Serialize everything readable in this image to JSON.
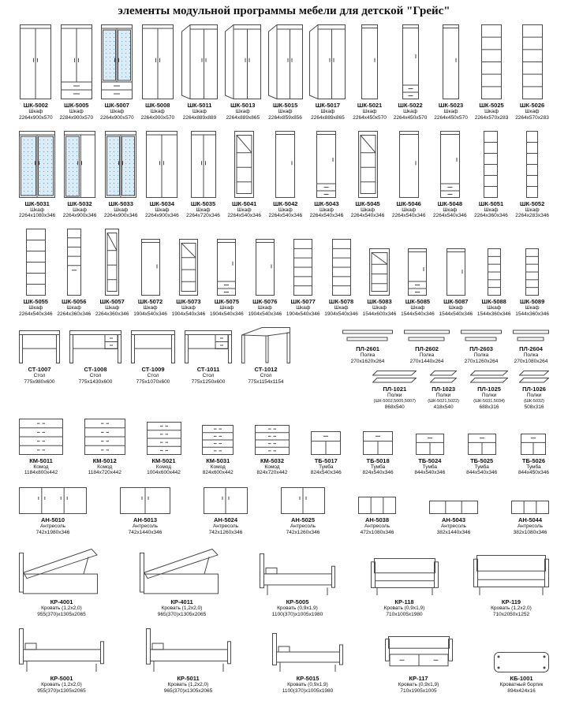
{
  "page": {
    "title": "элементы модульной программы мебели для детской \"Грейс\""
  },
  "colors": {
    "line": "#4a4a4a",
    "mirror_fill": "#d9ecf8",
    "mirror_dot": "#6fa8cc"
  },
  "rows": [
    {
      "name": "wardrobes-top",
      "layout": "flex",
      "drawH": 95,
      "items": [
        {
          "code": "ШК-5002",
          "type": "Шкаф",
          "dims": "2264x900x570",
          "kind": "w2",
          "dw": 40,
          "dh": 95
        },
        {
          "code": "ШК-5005",
          "type": "Шкаф",
          "dims": "2284x900x570",
          "kind": "w2d",
          "dw": 40,
          "dh": 95
        },
        {
          "code": "ШК-5007",
          "type": "Шкаф",
          "dims": "2264x900x570",
          "kind": "m2d",
          "dw": 40,
          "dh": 95
        },
        {
          "code": "ШК-5008",
          "type": "Шкаф",
          "dims": "2264x900x570",
          "kind": "w2",
          "dw": 40,
          "dh": 95
        },
        {
          "code": "ШК-5011",
          "type": "Шкаф",
          "dims": "2264x889x889",
          "kind": "cr",
          "dw": 46,
          "dh": 95
        },
        {
          "code": "ШК-5013",
          "type": "Шкаф",
          "dims": "2264x889x865",
          "kind": "cr",
          "dw": 46,
          "dh": 95
        },
        {
          "code": "ШК-5015",
          "type": "Шкаф",
          "dims": "2264x859x856",
          "kind": "cr",
          "dw": 44,
          "dh": 95
        },
        {
          "code": "ШК-5017",
          "type": "Шкаф",
          "dims": "2264x889x865",
          "kind": "cr",
          "dw": 46,
          "dh": 95
        },
        {
          "code": "ШК-5021",
          "type": "Шкаф",
          "dims": "2264x450x570",
          "kind": "w1",
          "dw": 21,
          "dh": 95
        },
        {
          "code": "ШК-5022",
          "type": "Шкаф",
          "dims": "2264x450x570",
          "kind": "w1d",
          "dw": 21,
          "dh": 95
        },
        {
          "code": "ШК-5023",
          "type": "Шкаф",
          "dims": "2264x450x570",
          "kind": "w1",
          "dw": 21,
          "dh": 95
        },
        {
          "code": "ШК-5025",
          "type": "Шкаф",
          "dims": "2264x570x283",
          "kind": "su",
          "dw": 26,
          "dh": 95
        },
        {
          "code": "ШК-5026",
          "type": "Шкаф",
          "dims": "2264x570x283",
          "kind": "su",
          "dw": 26,
          "dh": 95
        }
      ]
    },
    {
      "name": "wardrobes-mid",
      "layout": "flex",
      "drawH": 85,
      "items": [
        {
          "code": "ШК-5031",
          "type": "Шкаф",
          "dims": "2264x1080x346",
          "kind": "m2",
          "dw": 46,
          "dh": 85
        },
        {
          "code": "ШК-5032",
          "type": "Шкаф",
          "dims": "2264x900x346",
          "kind": "ms",
          "dw": 40,
          "dh": 85
        },
        {
          "code": "ШК-5033",
          "type": "Шкаф",
          "dims": "2264x900x346",
          "kind": "m2",
          "dw": 40,
          "dh": 85
        },
        {
          "code": "ШК-5034",
          "type": "Шкаф",
          "dims": "2264x900x346",
          "kind": "w2",
          "dw": 40,
          "dh": 85
        },
        {
          "code": "ШК-5035",
          "type": "Шкаф",
          "dims": "2264x720x346",
          "kind": "w2",
          "dw": 32,
          "dh": 85
        },
        {
          "code": "ШК-5041",
          "type": "Шкаф",
          "dims": "2264x540x346",
          "kind": "sc",
          "dw": 25,
          "dh": 85
        },
        {
          "code": "ШК-5042",
          "type": "Шкаф",
          "dims": "2264x540x346",
          "kind": "w1",
          "dw": 25,
          "dh": 85
        },
        {
          "code": "ШК-5043",
          "type": "Шкаф",
          "dims": "2264x540x346",
          "kind": "w1d",
          "dw": 25,
          "dh": 85
        },
        {
          "code": "ШК-5045",
          "type": "Шкаф",
          "dims": "2264x540x346",
          "kind": "sc",
          "dw": 25,
          "dh": 85
        },
        {
          "code": "ШК-5046",
          "type": "Шкаф",
          "dims": "2264x540x346",
          "kind": "w1",
          "dw": 25,
          "dh": 85
        },
        {
          "code": "ШК-5048",
          "type": "Шкаф",
          "dims": "2264x540x346",
          "kind": "w1d",
          "dw": 25,
          "dh": 85
        },
        {
          "code": "ШК-5051",
          "type": "Шкаф",
          "dims": "2264x360x346",
          "kind": "su",
          "dw": 18,
          "dh": 85
        },
        {
          "code": "ШК-5052",
          "type": "Шкаф",
          "dims": "2264x283x346",
          "kind": "su",
          "dw": 15,
          "dh": 85
        }
      ]
    },
    {
      "name": "wardrobes-low",
      "layout": "flex",
      "drawH": 85,
      "items": [
        {
          "code": "ШК-5055",
          "type": "Шкаф",
          "dims": "2264x540x346",
          "kind": "su",
          "dw": 25,
          "dh": 85
        },
        {
          "code": "ШК-5056",
          "type": "Шкаф",
          "dims": "2264x360x346",
          "kind": "sud",
          "dw": 18,
          "dh": 85
        },
        {
          "code": "ШК-5057",
          "type": "Шкаф",
          "dims": "2264x360x346",
          "kind": "sc",
          "dw": 18,
          "dh": 85
        },
        {
          "code": "ШК-5072",
          "type": "Шкаф",
          "dims": "1904x540x346",
          "kind": "w1",
          "dw": 24,
          "dh": 72
        },
        {
          "code": "ШК-5073",
          "type": "Шкаф",
          "dims": "1904x540x346",
          "kind": "sc",
          "dw": 24,
          "dh": 72
        },
        {
          "code": "ШК-5075",
          "type": "Шкаф",
          "dims": "1904x540x346",
          "kind": "w1d",
          "dw": 24,
          "dh": 72
        },
        {
          "code": "ШК-5076",
          "type": "Шкаф",
          "dims": "1904x540x346",
          "kind": "w1",
          "dw": 24,
          "dh": 72
        },
        {
          "code": "ШК-5077",
          "type": "Шкаф",
          "dims": "1904x540x346",
          "kind": "su",
          "dw": 24,
          "dh": 72
        },
        {
          "code": "ШК-5078",
          "type": "Шкаф",
          "dims": "1904x540x346",
          "kind": "su",
          "dw": 24,
          "dh": 72
        },
        {
          "code": "ШК-5083",
          "type": "Шкаф",
          "dims": "1544x600x346",
          "kind": "sc",
          "dw": 26,
          "dh": 60
        },
        {
          "code": "ШК-5085",
          "type": "Шкаф",
          "dims": "1544x540x346",
          "kind": "w1d",
          "dw": 24,
          "dh": 60
        },
        {
          "code": "ШК-5087",
          "type": "Шкаф",
          "dims": "1544x540x346",
          "kind": "w1",
          "dw": 24,
          "dh": 60
        },
        {
          "code": "ШК-5088",
          "type": "Шкаф",
          "dims": "1544x360x346",
          "kind": "su",
          "dw": 17,
          "dh": 60
        },
        {
          "code": "ШК-5089",
          "type": "Шкаф",
          "dims": "1544x360x346",
          "kind": "su",
          "dw": 17,
          "dh": 60
        }
      ]
    },
    {
      "name": "desks-and-shelves",
      "layout": "mixed",
      "drawH": 46,
      "shelfTopH": 20,
      "shelfBottomH": 18,
      "desks": [
        {
          "code": "СТ-1007",
          "type": "Стол",
          "dims": "775x980x600",
          "kind": "dk",
          "dw": 52,
          "dh": 42
        },
        {
          "code": "СТ-1008",
          "type": "Стол",
          "dims": "775x1430x600",
          "kind": "dkd",
          "dw": 66,
          "dh": 42
        },
        {
          "code": "СТ-1009",
          "type": "Стол",
          "dims": "775x1070x600",
          "kind": "dk",
          "dw": 56,
          "dh": 42
        },
        {
          "code": "СТ-1011",
          "type": "Стол",
          "dims": "775x1250x600",
          "kind": "dkd",
          "dw": 60,
          "dh": 42
        },
        {
          "code": "СТ-1012",
          "type": "Стол",
          "dims": "775x1154x1154",
          "kind": "dkc",
          "dw": 62,
          "dh": 46
        }
      ],
      "shelves_top": [
        {
          "code": "ПЛ-2601",
          "type": "Полка",
          "dims": "270x1620x264",
          "kind": "sh",
          "dw": 64,
          "dh": 18
        },
        {
          "code": "ПЛ-2602",
          "type": "Полка",
          "dims": "270x1440x264",
          "kind": "sh",
          "dw": 58,
          "dh": 18
        },
        {
          "code": "ПЛ-2603",
          "type": "Полка",
          "dims": "270x1260x264",
          "kind": "sh",
          "dw": 52,
          "dh": 18
        },
        {
          "code": "ПЛ-2604",
          "type": "Полка",
          "dims": "270x1080x264",
          "kind": "sh",
          "dw": 46,
          "dh": 18
        }
      ],
      "shelves_bottom": [
        {
          "code": "ПЛ-1021",
          "type": "Полки",
          "note": "(ШК-5002,5005,5007)",
          "dims": "868x540",
          "kind": "shf",
          "dw": 56,
          "dh": 16
        },
        {
          "code": "ПЛ-1023",
          "type": "Полки",
          "note": "(ШК-5021,5022)",
          "dims": "418x540",
          "kind": "shf",
          "dw": 34,
          "dh": 16
        },
        {
          "code": "ПЛ-1025",
          "type": "Полки",
          "note": "(ШК-5031,5034)",
          "dims": "688x316",
          "kind": "shf",
          "dw": 48,
          "dh": 16
        },
        {
          "code": "ПЛ-1026",
          "type": "Полки",
          "note": "(ШК-5032)",
          "dims": "508x316",
          "kind": "shf",
          "dw": 38,
          "dh": 16
        }
      ]
    },
    {
      "name": "chests",
      "layout": "flex",
      "drawH": 46,
      "items": [
        {
          "code": "КМ-5011",
          "type": "Комод",
          "dims": "1184x800x442",
          "kind": "ch",
          "dw": 56,
          "dh": 46
        },
        {
          "code": "КМ-5012",
          "type": "Комод",
          "dims": "1184x720x442",
          "kind": "ch",
          "dw": 52,
          "dh": 46
        },
        {
          "code": "КМ-5021",
          "type": "Комод",
          "dims": "1004x600x442",
          "kind": "ch",
          "dw": 44,
          "dh": 42
        },
        {
          "code": "КМ-5031",
          "type": "Комод",
          "dims": "824x600x442",
          "kind": "ch",
          "dw": 40,
          "dh": 38
        },
        {
          "code": "КМ-5032",
          "type": "Комод",
          "dims": "824x720x442",
          "kind": "ch",
          "dw": 44,
          "dh": 38
        },
        {
          "code": "ТБ-5017",
          "type": "Тумба",
          "dims": "824x540x346",
          "kind": "tb",
          "dw": 38,
          "dh": 30
        },
        {
          "code": "ТБ-5018",
          "type": "Тумба",
          "dims": "824x540x346",
          "kind": "tb",
          "dw": 38,
          "dh": 30
        },
        {
          "code": "ТБ-5024",
          "type": "Тумба",
          "dims": "844x540x346",
          "kind": "tb",
          "dw": 36,
          "dh": 27
        },
        {
          "code": "ТБ-5025",
          "type": "Тумба",
          "dims": "844x540x346",
          "kind": "tb",
          "dw": 36,
          "dh": 27
        },
        {
          "code": "ТБ-5026",
          "type": "Тумба",
          "dims": "844x450x346",
          "kind": "tb",
          "dw": 32,
          "dh": 27
        }
      ]
    },
    {
      "name": "antresols",
      "layout": "flex",
      "drawH": 36,
      "items": [
        {
          "code": "АН-5010",
          "type": "Антресоль",
          "dims": "742x1980x346",
          "kind": "an",
          "dw": 86,
          "dh": 34
        },
        {
          "code": "АН-5013",
          "type": "Антресоль",
          "dims": "742x1440x346",
          "kind": "an",
          "dw": 64,
          "dh": 34
        },
        {
          "code": "АН-5024",
          "type": "Антресоль",
          "dims": "742x1260x346",
          "kind": "an",
          "dw": 56,
          "dh": 34
        },
        {
          "code": "АН-5025",
          "type": "Антресоль",
          "dims": "742x1260x346",
          "kind": "an",
          "dw": 56,
          "dh": 34
        },
        {
          "code": "АН-5038",
          "type": "Антресоль",
          "dims": "472x1080x346",
          "kind": "anl",
          "dw": 48,
          "dh": 22
        },
        {
          "code": "АН-5043",
          "type": "Антресоль",
          "dims": "382x1440x346",
          "kind": "anl",
          "dw": 62,
          "dh": 17
        },
        {
          "code": "АН-5044",
          "type": "Антресоль",
          "dims": "382x1080x346",
          "kind": "anl",
          "dw": 48,
          "dh": 17
        }
      ]
    },
    {
      "name": "beds-top",
      "layout": "flex",
      "drawH": 64,
      "items": [
        {
          "code": "КР-4001",
          "type": "Кровать (1,2x2,0)",
          "dims": "955(370)x1305x2065",
          "kind": "bl",
          "dw": 108,
          "dh": 62
        },
        {
          "code": "КР-4011",
          "type": "Кровать (1,2x2,0)",
          "dims": "965(370)x1305x2065",
          "kind": "bl",
          "dw": 108,
          "dh": 62
        },
        {
          "code": "КР-5005",
          "type": "Кровать (0,9x1,9)",
          "dims": "1100(370)x1005x1980",
          "kind": "bd",
          "dw": 96,
          "dh": 54
        },
        {
          "code": "КР-118",
          "type": "Кровать (0,9x1,9)",
          "dims": "710x1005x1980",
          "kind": "bs",
          "dw": 86,
          "dh": 48
        },
        {
          "code": "КР-119",
          "type": "Кровать (1,2x2,0)",
          "dims": "710x2050x1252",
          "kind": "bs",
          "dw": 96,
          "dh": 52
        }
      ]
    },
    {
      "name": "beds-bottom",
      "layout": "flex",
      "drawH": 58,
      "items": [
        {
          "code": "КР-5001",
          "type": "Кровать (1,2x2,0)",
          "dims": "955(370)x1305x2065",
          "kind": "bd",
          "dw": 108,
          "dh": 56
        },
        {
          "code": "КР-5011",
          "type": "Кровать (1,2x2,0)",
          "dims": "965(370)x1305x2065",
          "kind": "bd",
          "dw": 108,
          "dh": 56
        },
        {
          "code": "КР-5015",
          "type": "Кровать (0,9x1,9)",
          "dims": "1100(370)x1005x1980",
          "kind": "bd",
          "dw": 90,
          "dh": 50
        },
        {
          "code": "КР-117",
          "type": "Кровать (0,9x1,9)",
          "dims": "710x1905x1005",
          "kind": "bsd",
          "dw": 86,
          "dh": 46
        },
        {
          "code": "КБ-1001",
          "type": "Кроватный бортик",
          "dims": "894x424x16",
          "kind": "bb",
          "dw": 70,
          "dh": 26
        }
      ]
    }
  ]
}
